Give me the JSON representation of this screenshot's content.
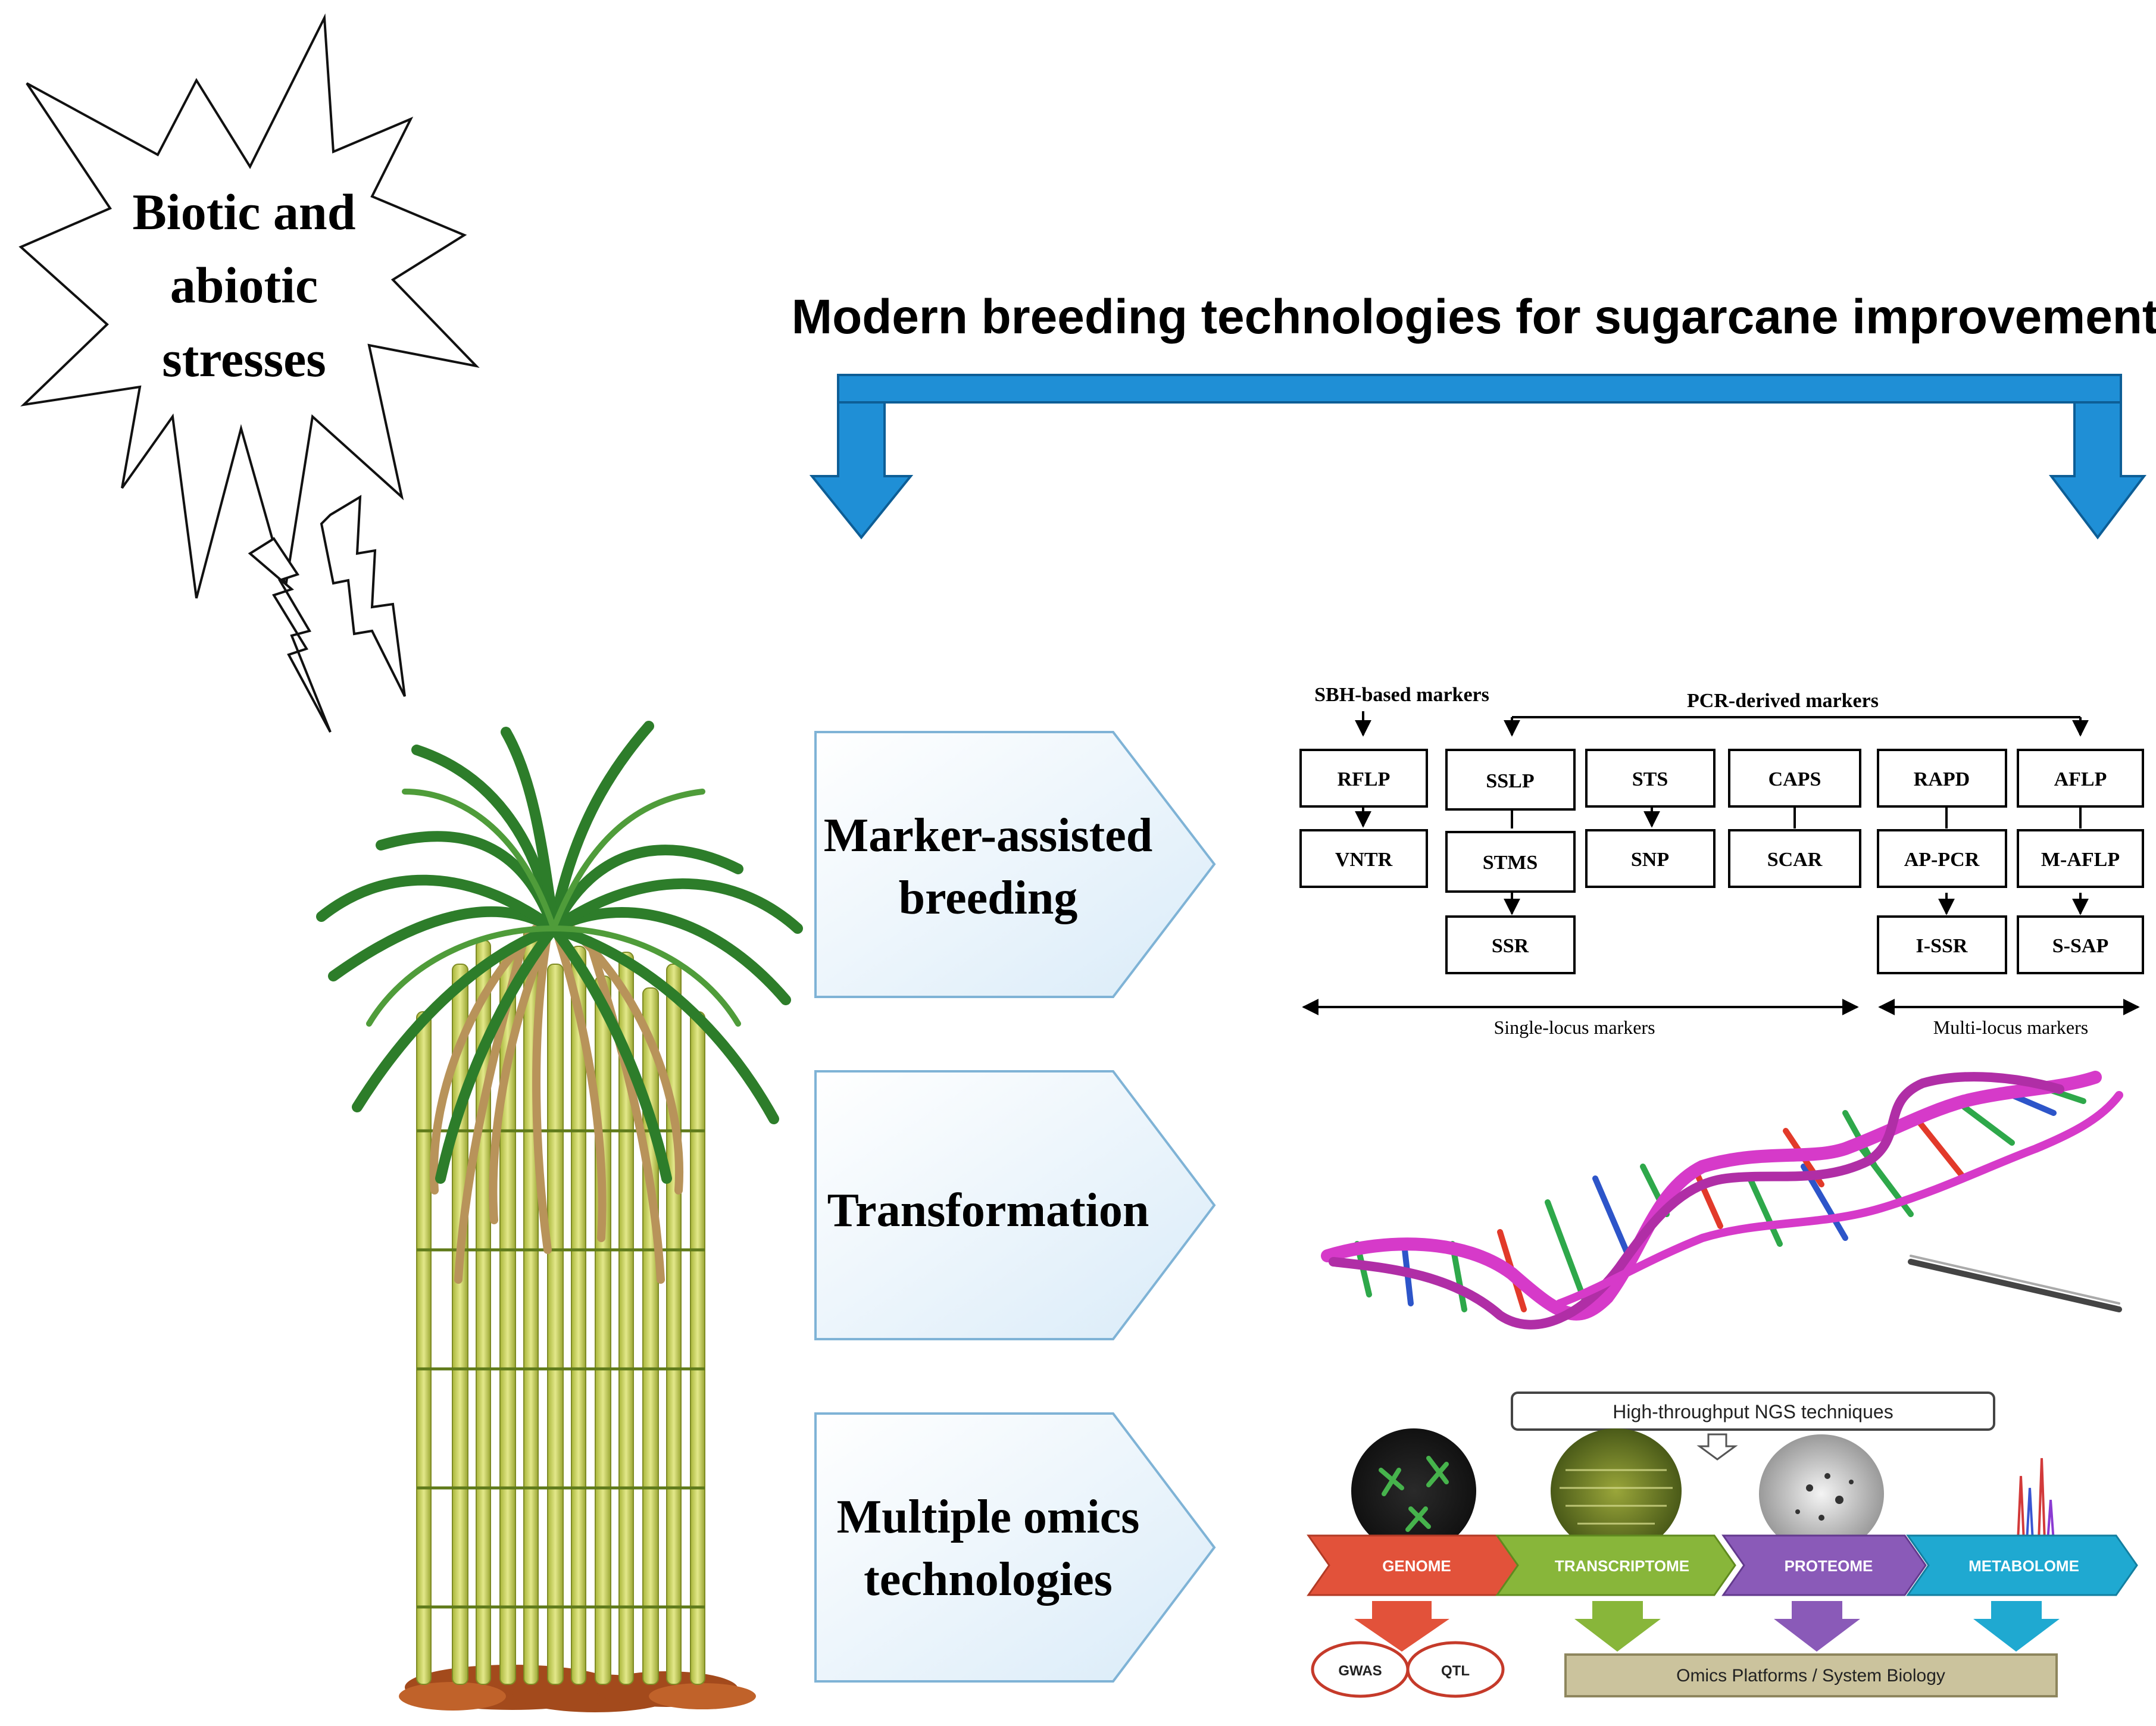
{
  "stress_burst": {
    "lines": [
      "Biotic and",
      "abiotic",
      "stresses"
    ]
  },
  "header": {
    "title": "Modern breeding technologies for sugarcane improvement"
  },
  "categories": [
    {
      "lines": [
        "Marker-assisted",
        "breeding"
      ]
    },
    {
      "lines": [
        "Transformation"
      ]
    },
    {
      "lines": [
        "Multiple omics",
        "technologies"
      ]
    }
  ],
  "markers": {
    "sbh_label": "SBH-based markers",
    "pcr_label": "PCR-derived markers",
    "boxes": {
      "rflp": "RFLP",
      "vntr": "VNTR",
      "sslp": "SSLP",
      "stms": "STMS",
      "ssr": "SSR",
      "sts": "STS",
      "snp": "SNP",
      "caps": "CAPS",
      "scar": "SCAR",
      "rapd": "RAPD",
      "appcr": "AP-PCR",
      "issr": "I-SSR",
      "aflp": "AFLP",
      "maflp": "M-AFLP",
      "ssap": "S-SAP"
    },
    "single_locus": "Single-locus markers",
    "multi_locus": "Multi-locus markers"
  },
  "omics": {
    "ngs_label": "High-throughput NGS techniques",
    "stages": [
      "GENOME",
      "TRANSCRIPTOME",
      "PROTEOME",
      "METABOLOME"
    ],
    "gwas": "GWAS",
    "qtl": "QTL",
    "platform": "Omics Platforms / System Biology"
  },
  "colors": {
    "arrow_blue": "#1f8fd6",
    "arrow_blue_dark": "#0d5e96",
    "chevron_fill": "#e8f3fb",
    "chevron_stroke": "#7fb3d6",
    "genome": "#e2523a",
    "transcriptome": "#88b63a",
    "proteome": "#8a5ab8",
    "metabolome": "#1fa9d1",
    "platform": "#cbc39d",
    "dna_backbone": "#d63ac9",
    "leaf_green": "#2d7d2a",
    "stalk": "#c7cf5a"
  }
}
